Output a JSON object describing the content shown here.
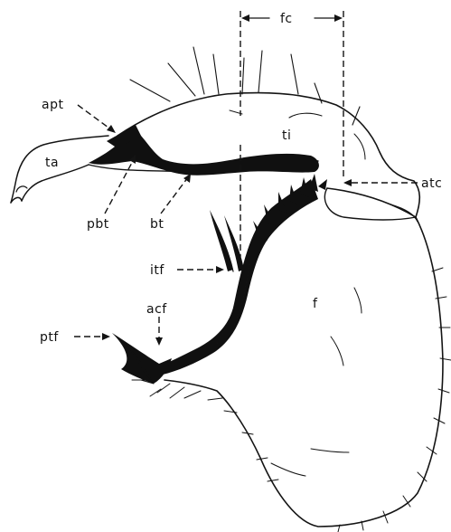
{
  "figure": {
    "labels": {
      "fc": "fc",
      "apt": "apt",
      "ta": "ta",
      "ti": "ti",
      "atc": "atc",
      "pbt": "pbt",
      "bt": "bt",
      "itf": "itf",
      "f": "f",
      "acf": "acf",
      "ptf": "ptf"
    }
  }
}
